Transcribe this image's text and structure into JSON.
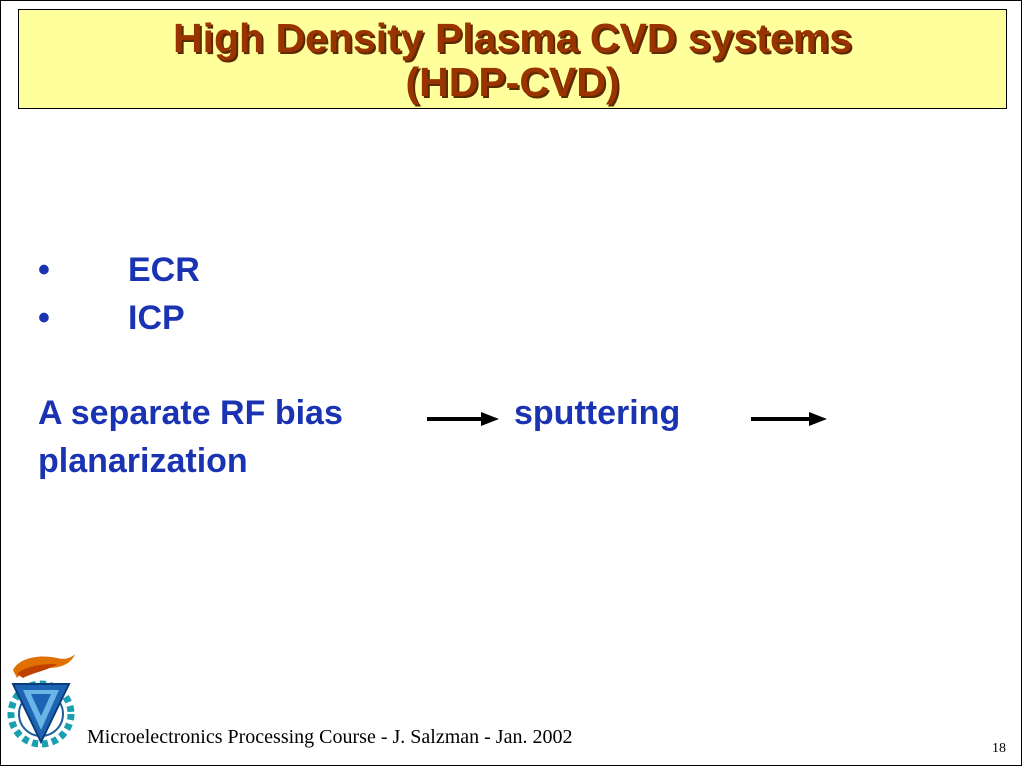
{
  "slide": {
    "title_line1": "High Density Plasma CVD systems",
    "title_line2": "(HDP-CVD)",
    "bullets": [
      {
        "glyph": "•",
        "text": "ECR"
      },
      {
        "glyph": "•",
        "text": "ICP"
      }
    ],
    "body": {
      "segment1": "A separate RF bias",
      "segment2": "sputtering",
      "segment3": "planarization"
    },
    "footer": "Microelectronics Processing Course - J. Salzman - Jan. 2002",
    "page_number": "18"
  },
  "colors": {
    "title_text": "#993300",
    "title_background": "#ffff9c",
    "body_text": "#1a33b3",
    "arrow": "#000000"
  },
  "icons": {
    "logo": "technion-logo-icon",
    "arrow": "right-arrow-icon"
  }
}
